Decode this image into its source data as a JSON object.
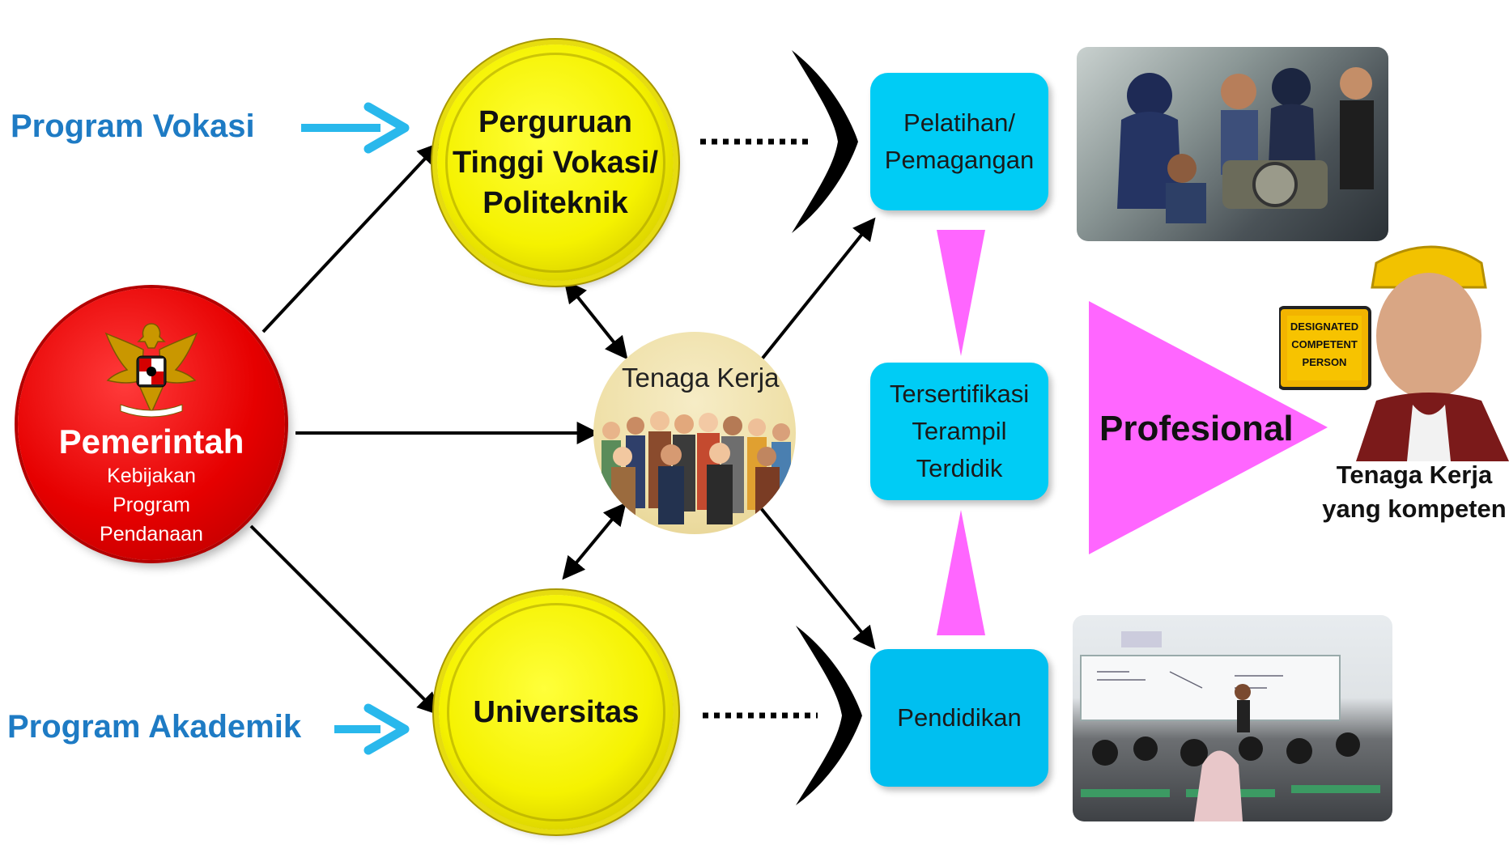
{
  "left_labels": {
    "vokasi": "Program Vokasi",
    "akademik": "Program Akademik"
  },
  "pemerintah": {
    "title": "Pemerintah",
    "lines": [
      "Kebijakan",
      "Program",
      "Pendanaan"
    ]
  },
  "institutions": {
    "vokasi_lines": [
      "Perguruan",
      "Tinggi Vokasi/",
      "Politeknik"
    ],
    "universitas": "Universitas"
  },
  "tenaga_kerja": "Tenaga Kerja",
  "boxes": {
    "pelatihan": [
      "Pelatihan/",
      "Pemagangan"
    ],
    "sertifikasi": [
      "Tersertifikasi",
      "Terampil",
      "Terdidik"
    ],
    "pendidikan": "Pendidikan"
  },
  "profesional": "Profesional",
  "badge_lines": [
    "DESIGNATED",
    "COMPETENT",
    "PERSON"
  ],
  "competent_caption": [
    "Tenaga Kerja",
    "yang kompeten"
  ],
  "colors": {
    "program_blue": "#1e7bc4",
    "arrow_cyan": "#29b8ec",
    "gov_red": "#e60000",
    "circle_yellow": "#f5f200",
    "box_cyan": "#00ccf5",
    "magenta": "#ff66ff"
  }
}
